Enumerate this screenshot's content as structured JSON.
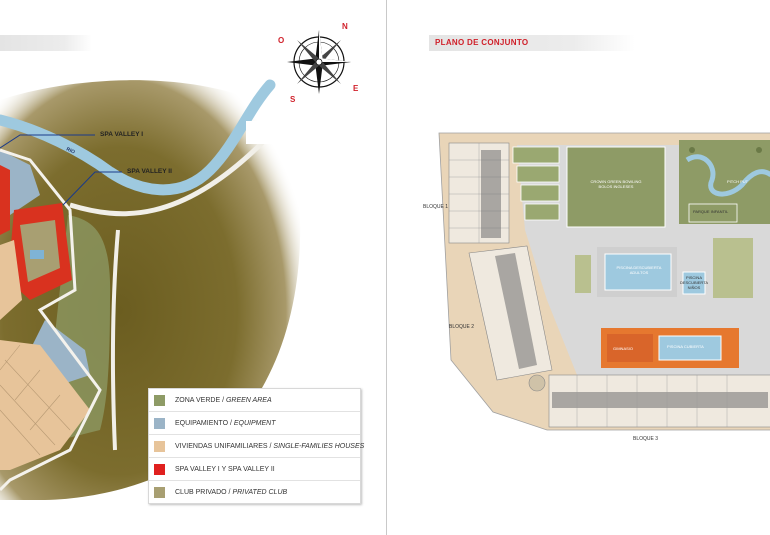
{
  "left_page": {
    "map_labels": {
      "spa_valley_1": "SPA VALLEY I",
      "spa_valley_2": "SPA VALLEY II",
      "river": "RIO"
    },
    "compass": {
      "n": "N",
      "o": "O",
      "s": "S",
      "e": "E"
    },
    "legend": [
      {
        "spanish": "ZONA VERDE /",
        "english": "GREEN AREA",
        "color": "#8e9b66"
      },
      {
        "spanish": "EQUIPAMIENTO /",
        "english": "EQUIPMENT",
        "color": "#9bb4c7"
      },
      {
        "spanish": "VIVIENDAS UNIFAMILIARES /",
        "english": "SINGLE-FAMILIES HOUSES",
        "color": "#e7c49a"
      },
      {
        "spanish": "SPA VALLEY I Y SPA VALLEY II",
        "english": "",
        "color": "#e0201f"
      },
      {
        "spanish": "CLUB PRIVADO /",
        "english": "PRIVATED CLUB",
        "color": "#a89f72"
      }
    ]
  },
  "right_page": {
    "title": "PLANO DE CONJUNTO",
    "labels": {
      "bloque_1": "BLOQUE 1",
      "bloque_2": "BLOQUE 2",
      "bloque_3": "BLOQUE 3",
      "crown_green_line1": "CROWN GREEN BOWLING",
      "crown_green_line2": "BOLOS INGLESES",
      "pitch_putt": "PITCH PUT",
      "parque_infantil": "PARQUE INFANTIL",
      "piscina_adultos_line1": "PISCINA DESCUBIERTA",
      "piscina_adultos_line2": "ADULTOS",
      "piscina_ninos_line1": "PISCINA",
      "piscina_ninos_line2": "DESCUBIERTA",
      "piscina_ninos_line3": "NIÑOS",
      "gimnasio": "GIMNASIO",
      "piscina_cubierta": "PISCINA CUBIERTA"
    }
  }
}
